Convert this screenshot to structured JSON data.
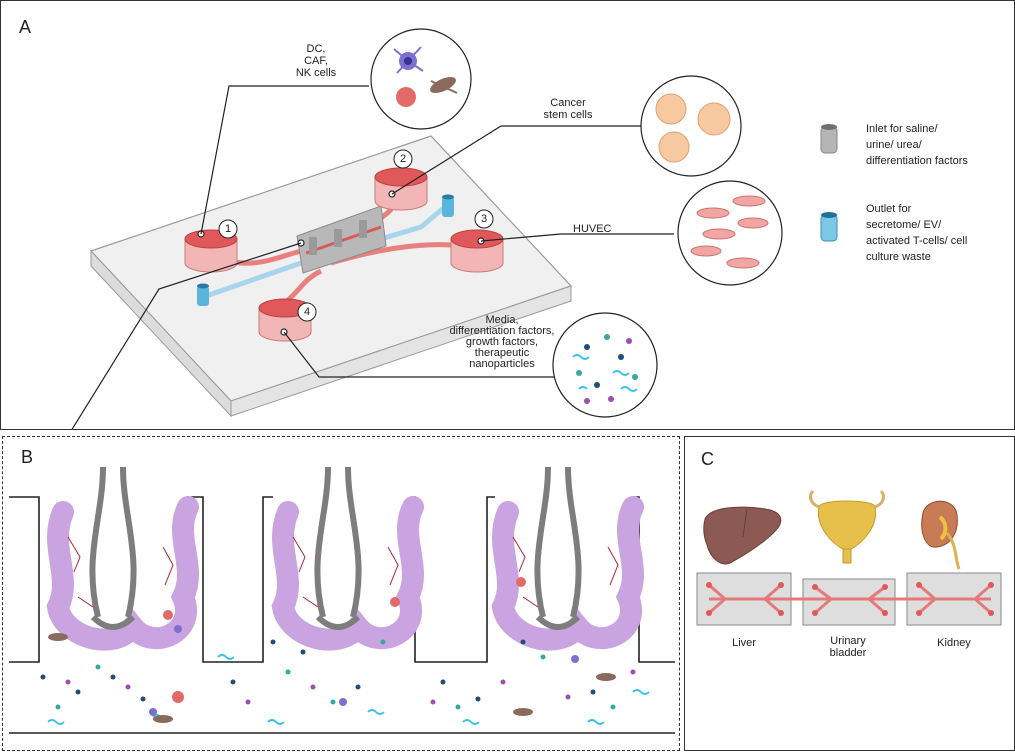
{
  "panel_a": {
    "label": "A",
    "callout_immune": [
      "DC,",
      "CAF,",
      "NK cells"
    ],
    "callout_stem": [
      "Cancer",
      "stem cells"
    ],
    "callout_huvec": "HUVEC",
    "callout_media": [
      "Media,",
      "differentiation factors,",
      "growth factors,",
      "therapeutic",
      "nanoparticles"
    ],
    "chamber_numbers": [
      "1",
      "2",
      "3",
      "4"
    ],
    "legend": {
      "inlet": [
        "Inlet for saline/",
        "urine/ urea/",
        "differentiation factors"
      ],
      "outlet": [
        "Outlet for",
        "secretome/ EV/",
        "activated T-cells/ cell",
        "culture waste"
      ]
    }
  },
  "panel_b": {
    "label": "B"
  },
  "panel_c": {
    "label": "C",
    "organs": [
      {
        "name": "Liver",
        "icon": "liver-icon"
      },
      {
        "name": "Urinary\nbladder",
        "icon": "bladder-icon"
      },
      {
        "name": "Kidney",
        "icon": "kidney-icon"
      }
    ]
  },
  "colors": {
    "chamber": "#e0585a",
    "chamber_side": "#f3b6b6",
    "channel": "#e88080",
    "outlet_channel": "#a9d4ee",
    "inlet": "#9a9a9a",
    "outlet": "#5ab4dc",
    "villus": "#c9a4e0",
    "crypt": "#7d7d7d"
  }
}
